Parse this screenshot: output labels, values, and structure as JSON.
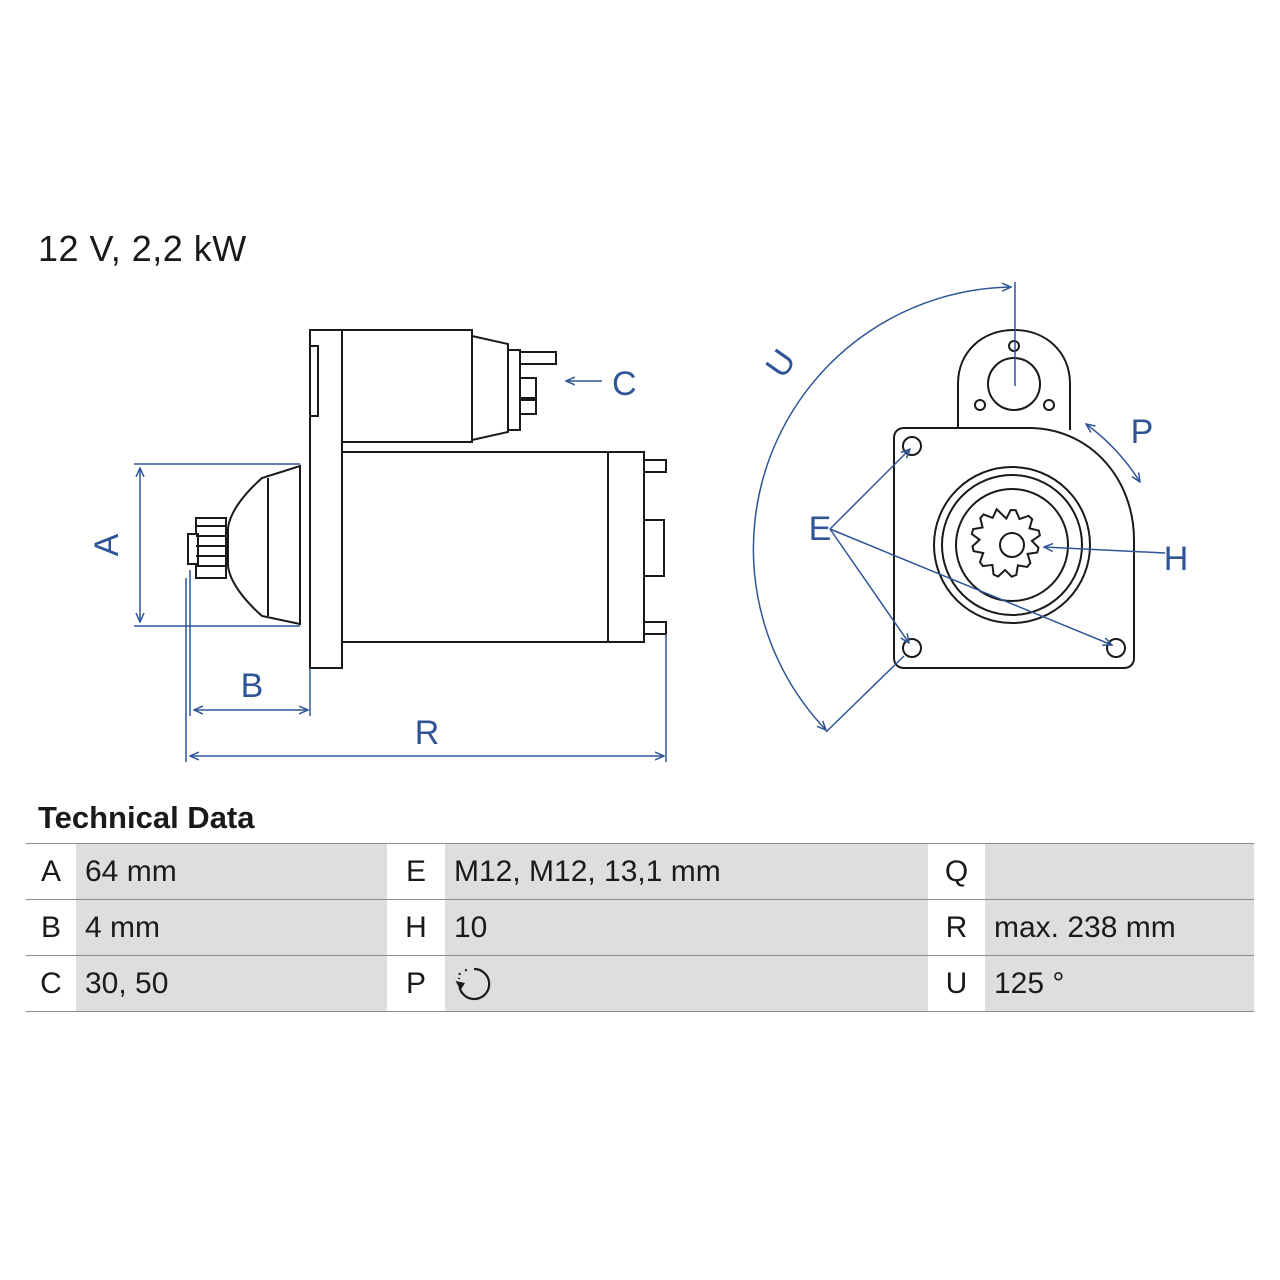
{
  "heading": "12 V, 2,2 kW",
  "diagram": {
    "labels": {
      "A": "A",
      "B": "B",
      "C": "C",
      "R": "R",
      "U": "U",
      "P": "P",
      "E": "E",
      "H": "H"
    },
    "colors": {
      "line": "#1a1a1a",
      "dimension": "#2f5597"
    }
  },
  "tech": {
    "title": "Technical Data",
    "rows": [
      [
        {
          "key": "A",
          "value": "64 mm"
        },
        {
          "key": "E",
          "value": "M12, M12, 13,1 mm"
        },
        {
          "key": "Q",
          "value": ""
        }
      ],
      [
        {
          "key": "B",
          "value": "4 mm"
        },
        {
          "key": "H",
          "value": "10"
        },
        {
          "key": "R",
          "value": "max. 238 mm"
        }
      ],
      [
        {
          "key": "C",
          "value": "30, 50"
        },
        {
          "key": "P",
          "value": "",
          "icon": "counterclockwise-rotation-icon"
        },
        {
          "key": "U",
          "value": "125 °"
        }
      ]
    ]
  }
}
